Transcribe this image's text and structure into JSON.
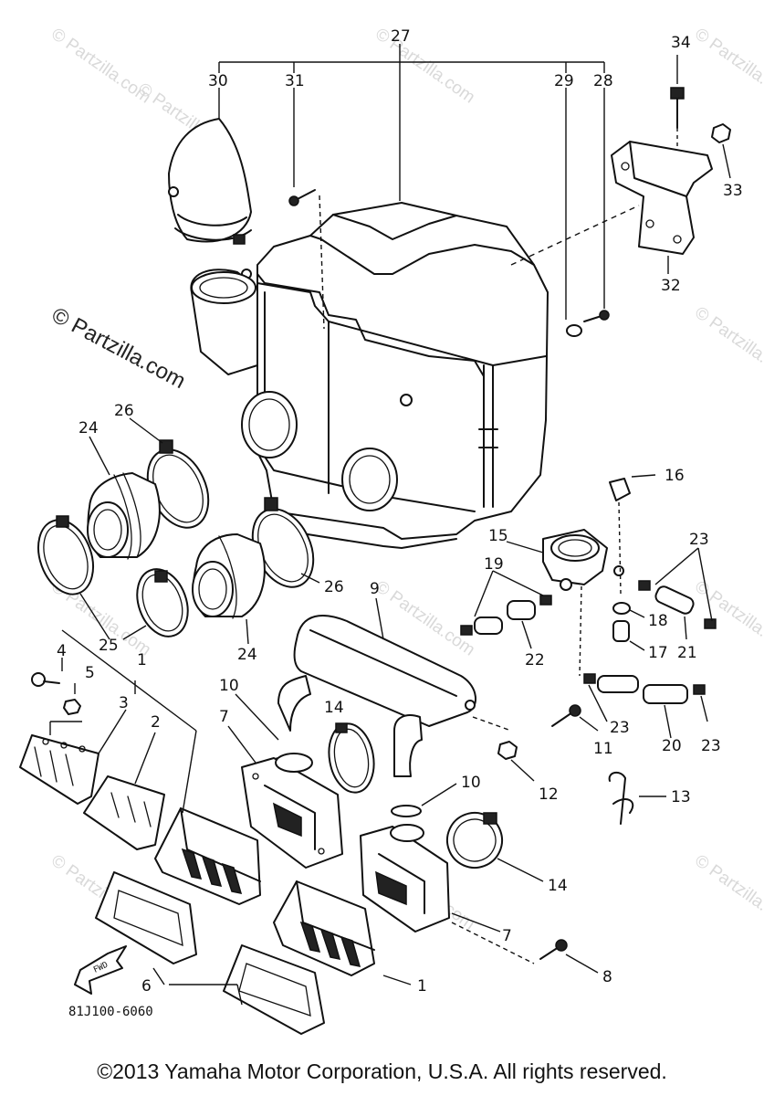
{
  "watermark": {
    "site": "© Partzilla.com",
    "short": "Partzilla.com"
  },
  "diagram": {
    "code": "81J100-6060",
    "fwd_label": "FWD",
    "callouts": {
      "c27": "27",
      "c30": "30",
      "c31": "31",
      "c29": "29",
      "c28": "28",
      "c34": "34",
      "c33": "33",
      "c32": "32",
      "c26a": "26",
      "c24a": "24",
      "c26b": "26",
      "c24b": "24",
      "c25": "25",
      "c16": "16",
      "c15": "15",
      "c23a": "23",
      "c19": "19",
      "c18": "18",
      "c17": "17",
      "c21": "21",
      "c22": "22",
      "c9": "9",
      "c4": "4",
      "c5": "5",
      "c1a": "1",
      "c3": "3",
      "c2": "2",
      "c10a": "10",
      "c14a": "14",
      "c7a": "7",
      "c10b": "10",
      "c11": "11",
      "c12": "12",
      "c13": "13",
      "c23b": "23",
      "c20": "20",
      "c23c": "23",
      "c14b": "14",
      "c7b": "7",
      "c8": "8",
      "c6": "6",
      "c1b": "1"
    }
  },
  "footer": {
    "copyright": "©2013 Yamaha Motor Corporation, U.S.A. All rights reserved."
  }
}
